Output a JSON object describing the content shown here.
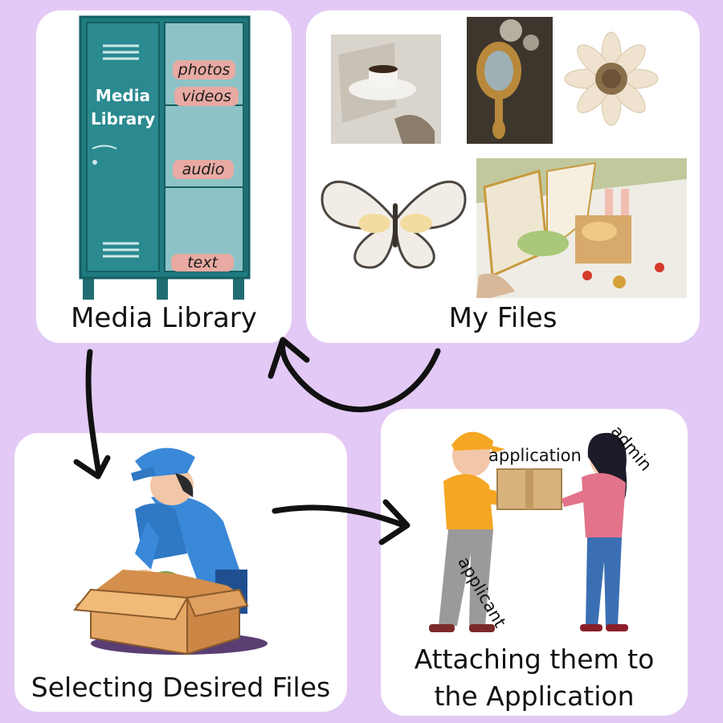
{
  "colors": {
    "background": "#e3c9f5",
    "card": "#ffffff",
    "locker": "#1f7b80",
    "locker_shelf": "#8dc3c6",
    "pill": "#e8aaa3",
    "arrow": "#111111"
  },
  "cards": {
    "media_library": {
      "title": "Media Library",
      "locker_label": "Media Library",
      "shelves": [
        {
          "label": "photos"
        },
        {
          "label": "videos"
        },
        {
          "label": "audio"
        },
        {
          "label": "text"
        }
      ]
    },
    "my_files": {
      "title": "My Files",
      "images": [
        "coffee-cup-photo",
        "ornate-mirror-photo",
        "pressed-flower-photo",
        "butterfly-photo",
        "picnic-book-photo"
      ]
    },
    "selecting": {
      "title": "Selecting Desired Files"
    },
    "attaching": {
      "title_line1": "Attaching them to",
      "title_line2": "the Application",
      "labels": {
        "box": "application",
        "giver": "applicant",
        "receiver": "admin"
      }
    }
  }
}
